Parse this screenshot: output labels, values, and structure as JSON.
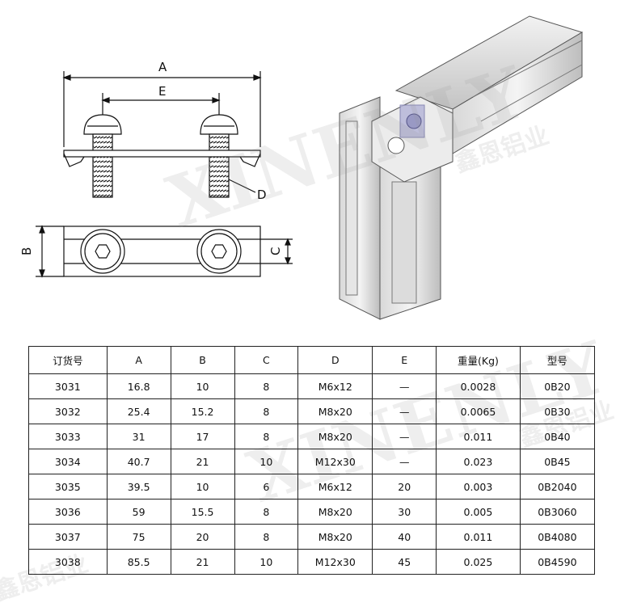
{
  "drawing": {
    "dim_a": "A",
    "dim_e": "E",
    "dim_d": "D",
    "dim_b": "B",
    "dim_c": "C"
  },
  "watermark": {
    "brand": "XINENLY",
    "chinese": "鑫恩铝业"
  },
  "table": {
    "headers": [
      "订货号",
      "A",
      "B",
      "C",
      "D",
      "E",
      "重量(Kg)",
      "型号"
    ],
    "rows": [
      [
        "3031",
        "16.8",
        "10",
        "8",
        "M6x12",
        "—",
        "0.0028",
        "0B20"
      ],
      [
        "3032",
        "25.4",
        "15.2",
        "8",
        "M8x20",
        "—",
        "0.0065",
        "0B30"
      ],
      [
        "3033",
        "31",
        "17",
        "8",
        "M8x20",
        "—",
        "0.011",
        "0B40"
      ],
      [
        "3034",
        "40.7",
        "21",
        "10",
        "M12x30",
        "—",
        "0.023",
        "0B45"
      ],
      [
        "3035",
        "39.5",
        "10",
        "6",
        "M6x12",
        "20",
        "0.003",
        "0B2040"
      ],
      [
        "3036",
        "59",
        "15.5",
        "8",
        "M8x20",
        "30",
        "0.005",
        "0B3060"
      ],
      [
        "3037",
        "75",
        "20",
        "8",
        "M8x20",
        "40",
        "0.011",
        "0B4080"
      ],
      [
        "3038",
        "85.5",
        "21",
        "10",
        "M12x30",
        "45",
        "0.025",
        "0B4590"
      ]
    ]
  }
}
